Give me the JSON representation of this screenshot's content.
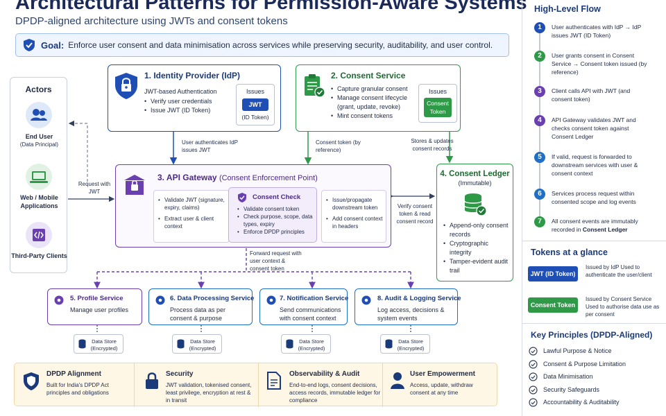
{
  "header": {
    "title": "Architectural Patterns for Permission-Aware Systems",
    "subtitle": "DPDP-aligned architecture using JWTs and consent tokens",
    "goal_label": "Goal:",
    "goal_text": "Enforce user consent and data minimisation across services while preserving security, auditability, and user control."
  },
  "actors": {
    "title": "Actors",
    "items": [
      {
        "label": "End User",
        "sub": "(Data Principal)"
      },
      {
        "label": "Web / Mobile Applications",
        "sub": ""
      },
      {
        "label": "Third-Party Clients",
        "sub": ""
      }
    ]
  },
  "idp": {
    "title": "1. Identity Provider (IdP)",
    "subtitle": "JWT-based Authentication",
    "bullets": [
      "Verify user credentials",
      "Issue JWT (ID Token)"
    ],
    "issues_label": "Issues",
    "token": "JWT",
    "token_caption": "(ID Token)"
  },
  "consent": {
    "title": "2. Consent Service",
    "bullets": [
      "Capture granular consent",
      "Manage consent lifecycle (grant, update, revoke)",
      "Mint consent tokens"
    ],
    "issues_label": "Issues",
    "token": "Consent Token"
  },
  "gateway": {
    "title": "3. API Gateway",
    "title_suffix": "(Consent Enforcement Point)",
    "left_bullets": [
      "Validate JWT (signature, expiry, claims)",
      "Extract user & client context"
    ],
    "check_title": "Consent Check",
    "check_bullets": [
      "Validate consent token",
      "Check purpose, scope, data types, expiry",
      "Enforce DPDP principles"
    ],
    "right_bullets": [
      "Issue/propagate downstream token",
      "Add consent context in headers"
    ]
  },
  "ledger": {
    "title": "4. Consent Ledger",
    "subtitle": "(Immutable)",
    "bullets": [
      "Append-only consent records",
      "Cryptographic integrity",
      "Tamper-evident audit trail"
    ]
  },
  "edges": {
    "request_with_jwt": "Request with JWT",
    "user_auth": "User authenticates IdP issues JWT",
    "consent_token_ref": "Consent token (by reference)",
    "stores_updates": "Stores & updates consent records",
    "verify_consent": "Verify consent token & read consent record",
    "forward_request": "Forward request with user context & consent token"
  },
  "services": [
    {
      "title": "5. Profile Service",
      "desc": "Manage user profiles",
      "store": "Data Store",
      "store_sub": "(Encrypted)"
    },
    {
      "title": "6. Data Processing Service",
      "desc": "Process data as per consent & purpose",
      "store": "Data Store",
      "store_sub": "(Encrypted)"
    },
    {
      "title": "7. Notification Service",
      "desc": "Send communications with consent context",
      "store": "Data Store",
      "store_sub": "(Encrypted)"
    },
    {
      "title": "8. Audit & Logging Service",
      "desc": "Log access, decisions & system events",
      "store": "Data Store",
      "store_sub": "(Encrypted)"
    }
  ],
  "footer": [
    {
      "title": "DPDP Alignment",
      "desc": "Built for India's DPDP Act principles and obligations"
    },
    {
      "title": "Security",
      "desc": "JWT validation, tokenised consent, least privilege, encryption at rest & in transit"
    },
    {
      "title": "Observability & Audit",
      "desc": "End-to-end logs, consent decisions, access records, immutable ledger for compliance"
    },
    {
      "title": "User Empowerment",
      "desc": "Access, update, withdraw consent at any time"
    }
  ],
  "flow": {
    "title": "High-Level Flow",
    "steps": [
      {
        "num": "1",
        "text": "User authenticates with IdP → IdP issues JWT (ID Token)",
        "color": "#1f4fb4"
      },
      {
        "num": "2",
        "text": "User grants consent in Consent Service → Consent token issued (by reference)",
        "color": "#2e9a48"
      },
      {
        "num": "3",
        "text": "Client calls API with JWT (and consent token)",
        "color": "#6a3fb0"
      },
      {
        "num": "4",
        "text": "API Gateway validates JWT and checks consent token against Consent Ledger",
        "color": "#6a3fb0"
      },
      {
        "num": "5",
        "text": "If valid, request is forwarded to downstream services with user & consent context",
        "color": "#1f6fc4"
      },
      {
        "num": "6",
        "text": "Services process request within consented scope and log events",
        "color": "#1f6fc4"
      },
      {
        "num": "7",
        "text": "All consent events are immutably recorded in",
        "bold": "Consent Ledger",
        "color": "#2e9a48"
      }
    ]
  },
  "tokens": {
    "title": "Tokens at a glance",
    "items": [
      {
        "label": "JWT (ID Token)",
        "desc": "Issued by IdP Used to authenticate the user/client",
        "color": "#1f4fb4"
      },
      {
        "label": "Consent Token",
        "desc": "Issued by Consent Service Used to authorise data use as per consent",
        "color": "#2e9a48"
      }
    ]
  },
  "principles": {
    "title": "Key Principles (DPDP-Aligned)",
    "items": [
      "Lawful Purpose & Notice",
      "Consent & Purpose Limitation",
      "Data Minimisation",
      "Security Safeguards",
      "Accountability & Auditability"
    ]
  },
  "colors": {
    "blue": "#1f4fb4",
    "green": "#2e9a48",
    "purple": "#6a3fb0",
    "ledger": "#2e9a48",
    "footer_bg": "#fff7e6"
  }
}
